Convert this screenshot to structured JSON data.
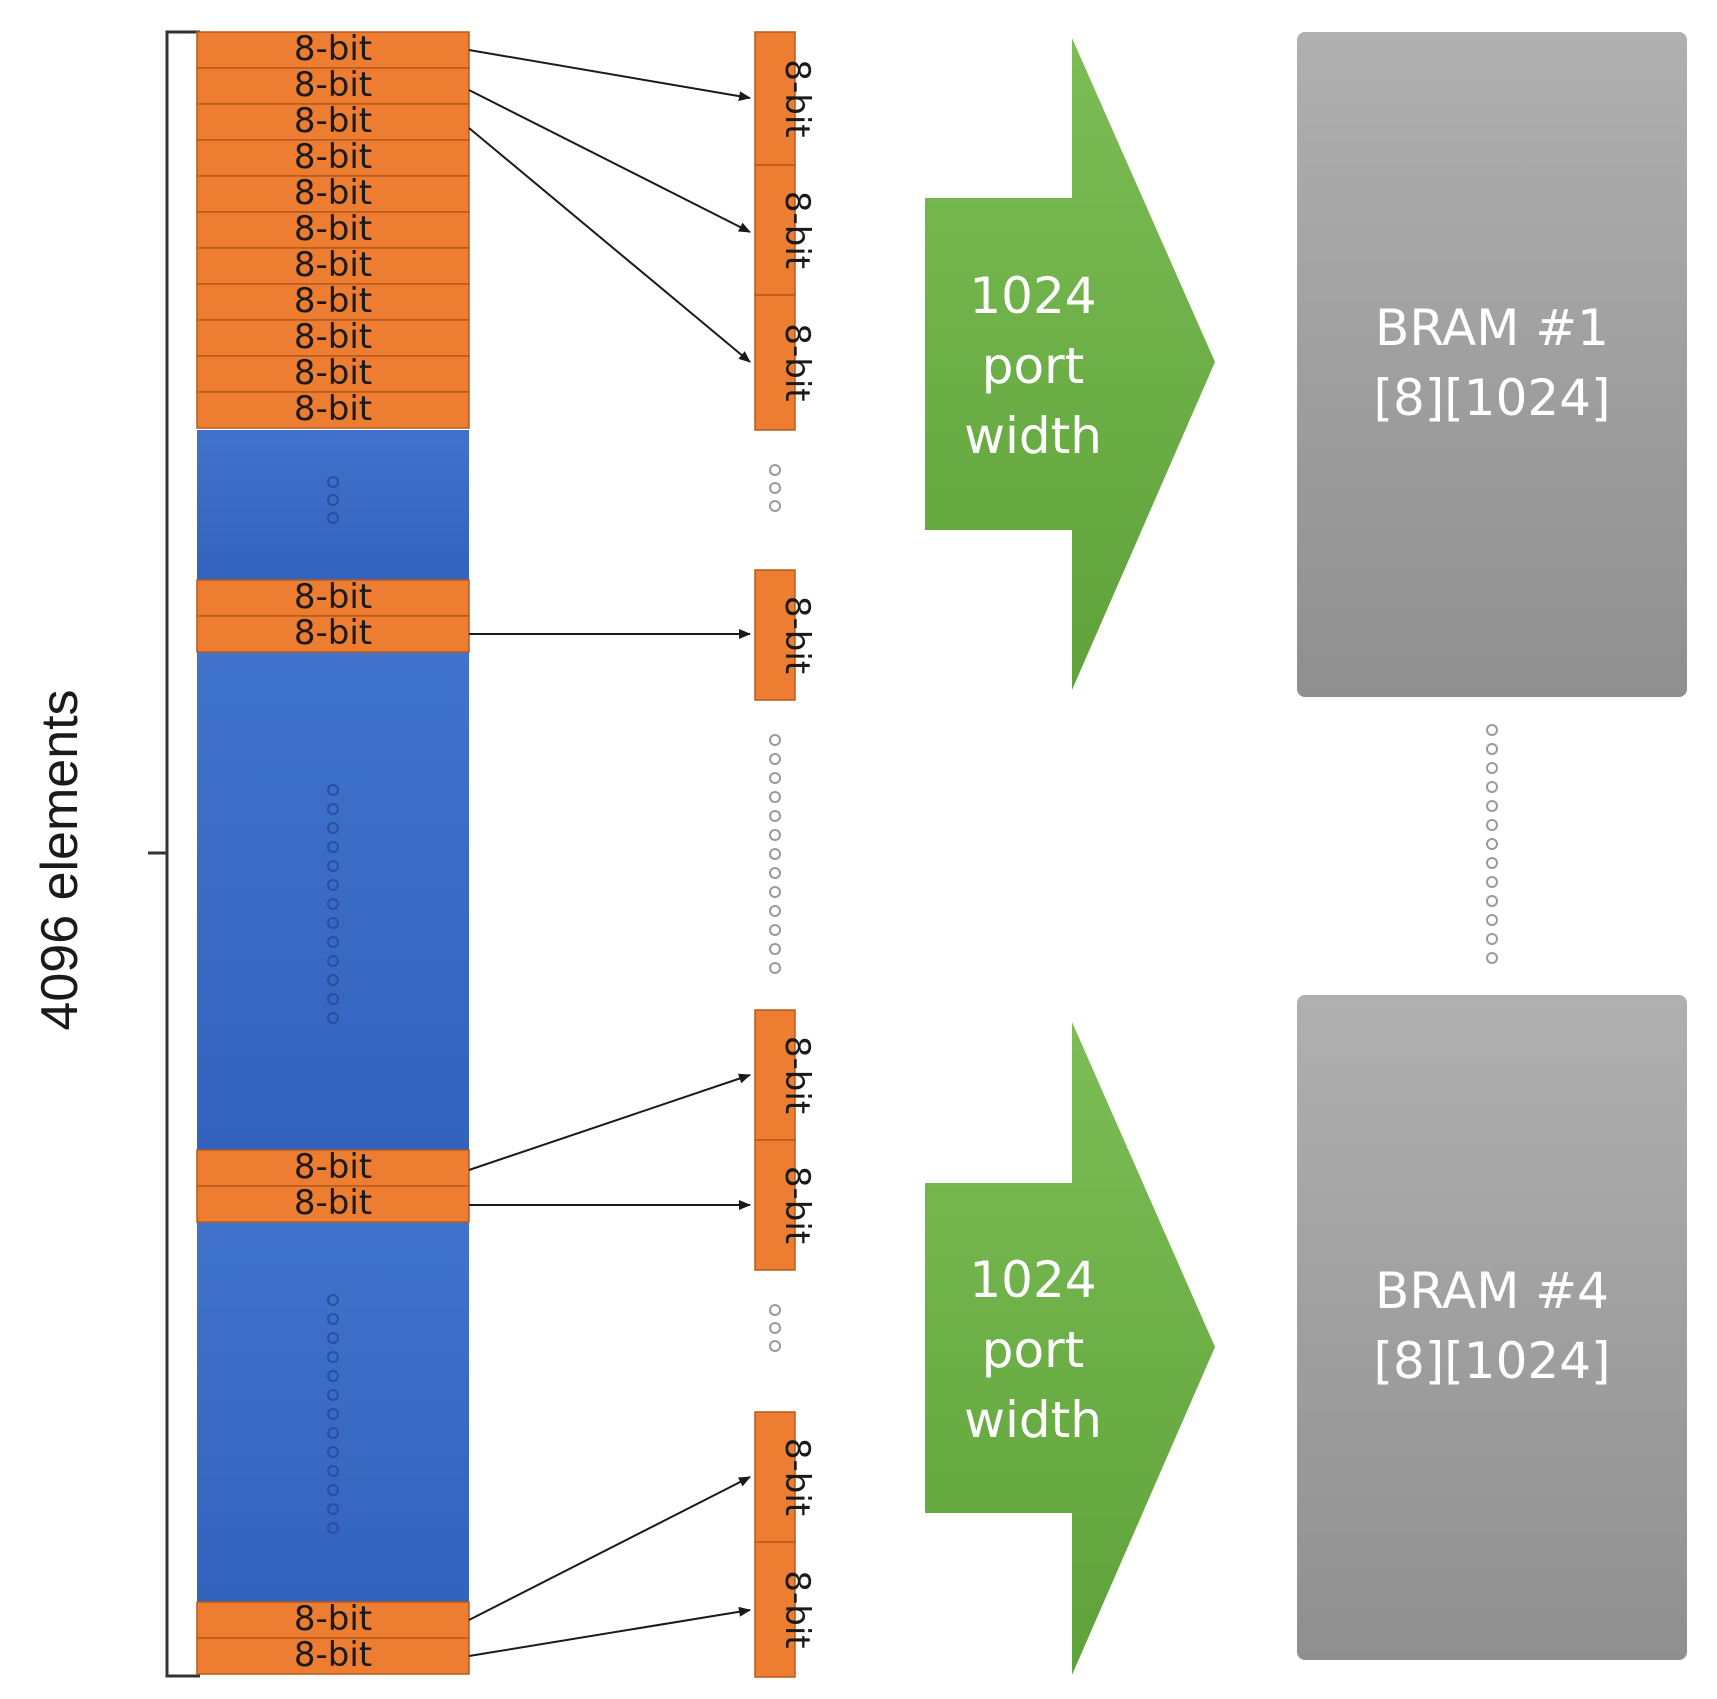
{
  "cell_label": "8-bit",
  "left_label": "4096 elements",
  "arrows": [
    {
      "line1": "1024",
      "line2": "port",
      "line3": "width"
    },
    {
      "line1": "1024",
      "line2": "port",
      "line3": "width"
    }
  ],
  "brams": [
    {
      "title": "BRAM #1",
      "dims": "[8][1024]"
    },
    {
      "title": "BRAM #4",
      "dims": "[8][1024]"
    }
  ],
  "colors": {
    "orange": "#ED7D31",
    "blue": "#3A6CC8",
    "green": "#6BAE45",
    "gray": "#A6A6A6"
  }
}
